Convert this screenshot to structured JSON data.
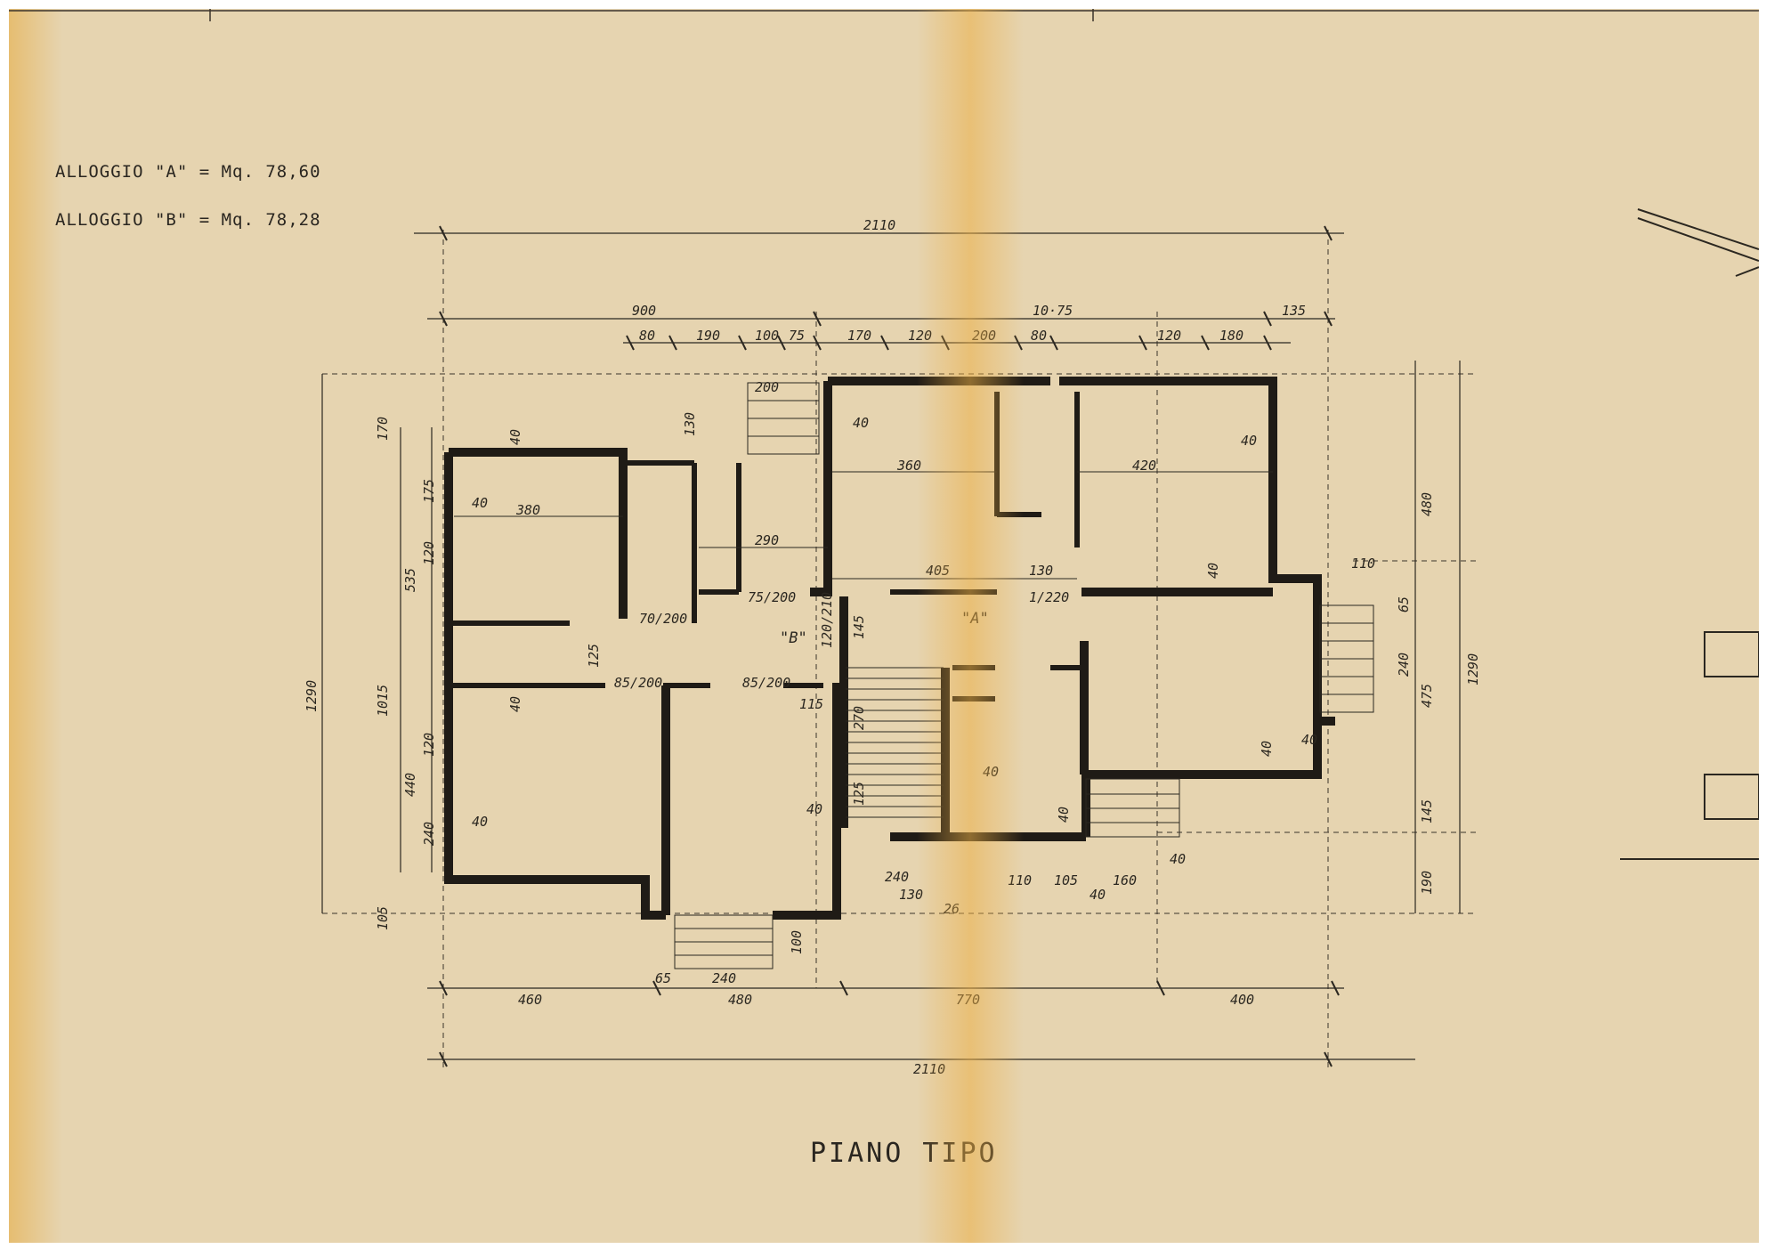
{
  "legend": {
    "alloggio_a": "ALLOGGIO \"A\" = Mq. 78,60",
    "alloggio_b": "ALLOGGIO \"B\" = Mq. 78,28"
  },
  "title": "PIANO TIPO",
  "unit_labels": {
    "a": "\"A\"",
    "b": "\"B\""
  },
  "dimensions": {
    "top_overall": "2110",
    "top_left": "900",
    "top_mid": "10·75",
    "top_right": "135",
    "top_chain": [
      "80",
      "190",
      "100",
      "75",
      "170",
      "120",
      "200",
      "80",
      "120",
      "180"
    ],
    "bottom_chain": [
      "460",
      "480",
      "770",
      "400"
    ],
    "bottom_overall": "2110",
    "left_overall": "1290",
    "left_1015": "1015",
    "left_170": "170",
    "left_535": "535",
    "left_440": "440",
    "left_105": "105",
    "left_175": "175",
    "left_120a": "120",
    "left_120b": "120",
    "left_240": "240",
    "right_overall": "1290",
    "right_480": "480",
    "right_475": "475",
    "right_145": "145",
    "right_190": "190",
    "right_65": "65",
    "right_240": "240",
    "right_110": "110",
    "room_380": "380",
    "room_290": "290",
    "room_360": "360",
    "room_420": "420",
    "room_405": "405",
    "room_130": "130",
    "stair_130": "130",
    "stair_200": "200",
    "door_85_200a": "85/200",
    "door_85_200b": "85/200",
    "door_75_200": "75/200",
    "door_70_200": "70/200",
    "door_120_210": "120/210",
    "door_1_220": "1/220",
    "stair_145": "145",
    "stair_270": "270",
    "stair_125": "125",
    "small_125": "125",
    "small_115": "115",
    "bottom_240a": "240",
    "bottom_130": "130",
    "bottom_26": "26",
    "bottom_110": "110",
    "bottom_105": "105",
    "bottom_160": "160",
    "bottom_40": "40",
    "balcony_100": "100",
    "balcony_65": "65",
    "balcony_240": "240",
    "wall_40": "40"
  }
}
